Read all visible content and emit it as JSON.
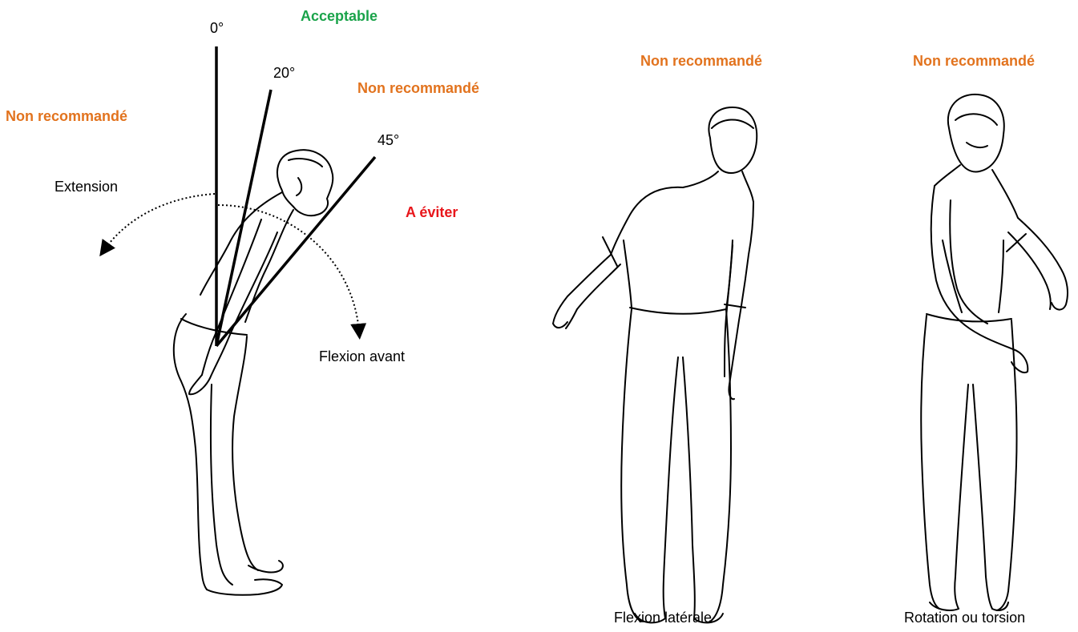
{
  "colors": {
    "acceptable": "#1aa34a",
    "non_recommended": "#e2731e",
    "avoid": "#e8161b",
    "line": "#000000"
  },
  "flexion_panel": {
    "angles": [
      "0°",
      "20°",
      "45°"
    ],
    "zones": {
      "acceptable": "Acceptable",
      "non_recommended_front": "Non recommandé",
      "avoid": "A éviter",
      "non_recommended_back": "Non recommandé"
    },
    "movements": {
      "extension": "Extension",
      "forward_flexion": "Flexion avant"
    }
  },
  "lateral_panel": {
    "status": "Non recommandé",
    "caption": "Flexion latérale"
  },
  "rotation_panel": {
    "status": "Non recommandé",
    "caption": "Rotation ou torsion"
  },
  "icons": [
    "person-bending-forward-icon",
    "person-side-bend-icon",
    "person-twisting-icon",
    "curved-arrow-icon"
  ]
}
